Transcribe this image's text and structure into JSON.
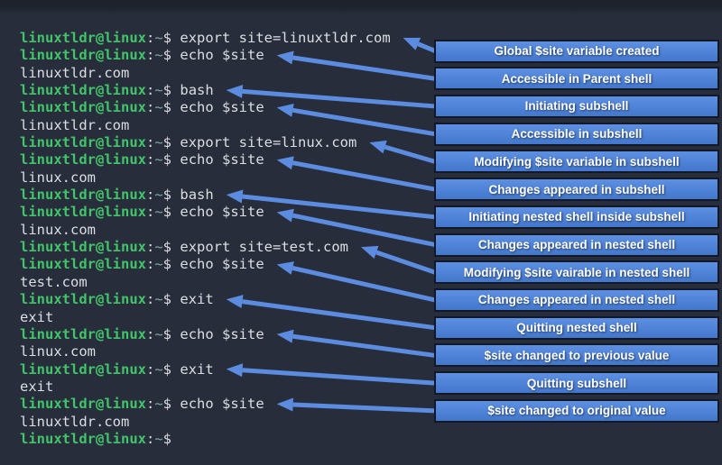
{
  "terminal": {
    "prompt": {
      "user_host": "linuxtldr@linux",
      "separator": ":",
      "path": "~",
      "symbol": "$"
    },
    "lines": [
      {
        "type": "command",
        "text": "export site=linuxtldr.com"
      },
      {
        "type": "command",
        "text": "echo $site"
      },
      {
        "type": "output",
        "text": "linuxtldr.com"
      },
      {
        "type": "command",
        "text": "bash"
      },
      {
        "type": "command",
        "text": "echo $site"
      },
      {
        "type": "output",
        "text": "linuxtldr.com"
      },
      {
        "type": "command",
        "text": "export site=linux.com"
      },
      {
        "type": "command",
        "text": "echo $site"
      },
      {
        "type": "output",
        "text": "linux.com"
      },
      {
        "type": "command",
        "text": "bash"
      },
      {
        "type": "command",
        "text": "echo $site"
      },
      {
        "type": "output",
        "text": "linux.com"
      },
      {
        "type": "command",
        "text": "export site=test.com"
      },
      {
        "type": "command",
        "text": "echo $site"
      },
      {
        "type": "output",
        "text": "test.com"
      },
      {
        "type": "command",
        "text": "exit"
      },
      {
        "type": "output",
        "text": "exit"
      },
      {
        "type": "command",
        "text": "echo $site"
      },
      {
        "type": "output",
        "text": "linux.com"
      },
      {
        "type": "command",
        "text": "exit"
      },
      {
        "type": "output",
        "text": "exit"
      },
      {
        "type": "command",
        "text": "echo $site"
      },
      {
        "type": "output",
        "text": "linuxtldr.com"
      },
      {
        "type": "prompt_only",
        "text": ""
      }
    ]
  },
  "annotations": [
    {
      "label": "Global $site variable created",
      "points_to_line": 0
    },
    {
      "label": "Accessible in Parent shell",
      "points_to_line": 1
    },
    {
      "label": "Initiating subshell",
      "points_to_line": 3
    },
    {
      "label": "Accessible in subshell",
      "points_to_line": 4
    },
    {
      "label": "Modifying $site variable in subshell",
      "points_to_line": 6
    },
    {
      "label": "Changes appeared in subshell",
      "points_to_line": 7
    },
    {
      "label": "Initiating nested shell inside subshell",
      "points_to_line": 9
    },
    {
      "label": "Changes appeared in nested shell",
      "points_to_line": 10
    },
    {
      "label": "Modifying $site vairable in nested shell",
      "points_to_line": 12
    },
    {
      "label": "Changes appeared in nested shell",
      "points_to_line": 13
    },
    {
      "label": "Quitting nested shell",
      "points_to_line": 15
    },
    {
      "label": "$site changed to previous value",
      "points_to_line": 17
    },
    {
      "label": "Quitting subshell",
      "points_to_line": 19
    },
    {
      "label": "$site changed to original value",
      "points_to_line": 21
    }
  ],
  "colors": {
    "background": "#272d3b",
    "top_band": "#1c212b",
    "prompt_green": "#41c46a",
    "terminal_text": "#dcdee2",
    "tilde": "#7ba9a4",
    "box_fill_top": "#5d90e2",
    "box_fill_bottom": "#4377cd",
    "box_border": "#121826",
    "arrow": "#5b8ce0",
    "label_text": "#ffffff"
  }
}
